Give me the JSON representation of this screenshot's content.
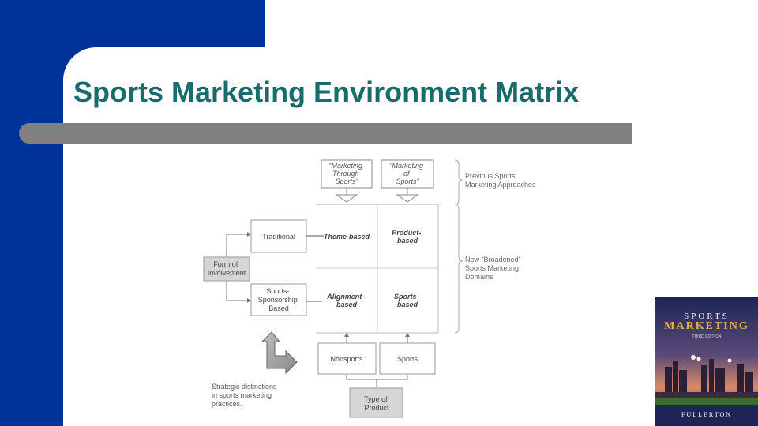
{
  "slide": {
    "title": "Sports Marketing Environment Matrix",
    "colors": {
      "blue": "#003399",
      "title": "#1a6b6b",
      "bar": "#808080"
    }
  },
  "diagram": {
    "top_boxes": {
      "through": [
        "“Marketing",
        "Through",
        "Sports”"
      ],
      "of": [
        "“Marketing",
        "of",
        "Sports”"
      ]
    },
    "right_labels": {
      "previous": [
        "Previous Sports",
        "Marketing Approaches"
      ],
      "new": [
        "New “Broadened”",
        "Sports Marketing",
        "Domains"
      ]
    },
    "left": {
      "form": [
        "Form of",
        "Involvement"
      ],
      "traditional": "Traditional",
      "sponsorship": [
        "Sports-",
        "Sponsorship",
        "Based"
      ]
    },
    "cells": {
      "theme": "Theme-based",
      "product": [
        "Product-",
        "based"
      ],
      "alignment": [
        "Alignment-",
        "based"
      ],
      "sports": [
        "Sports-",
        "based"
      ]
    },
    "bottom": {
      "nonsports": "Nonsports",
      "sports": "Sports",
      "type": [
        "Type of",
        "Product"
      ]
    },
    "caption": [
      "Strategic distinctions",
      "in sports marketing",
      "practices."
    ]
  },
  "book": {
    "title_line1": "SPORTS",
    "title_line2": "MARKETING",
    "edition": "THIRD EDITION",
    "author": "FULLERTON",
    "colors": {
      "sky_top": "#1d2556",
      "sky_mid": "#5b4a78",
      "sky_glow": "#d98a6a",
      "city": "#2a1f35",
      "field": "#3d6b2a"
    }
  }
}
